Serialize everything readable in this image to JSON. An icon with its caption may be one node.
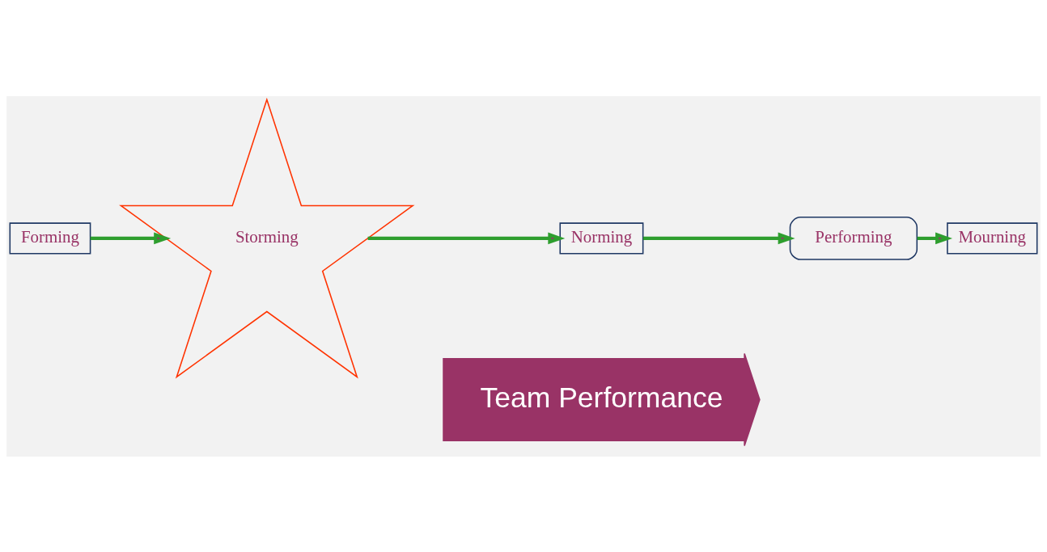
{
  "diagram": {
    "nodes": [
      {
        "text": [
          "Forming"
        ]
      },
      {
        "text": [
          "Storming"
        ]
      },
      {
        "text": [
          "Norming"
        ]
      },
      {
        "text": [
          "Performing"
        ]
      },
      {
        "text": [
          "Mourning"
        ]
      },
      {
        "text": [
          "Team Performance"
        ]
      }
    ],
    "edges": [
      {
        "from": 0,
        "to": 1,
        "arrow": "to"
      },
      {
        "from": 1,
        "to": 2,
        "arrow": "to"
      },
      {
        "from": 2,
        "to": 3,
        "arrow": "to"
      },
      {
        "from": 3,
        "to": 4,
        "arrow": "to"
      }
    ]
  }
}
